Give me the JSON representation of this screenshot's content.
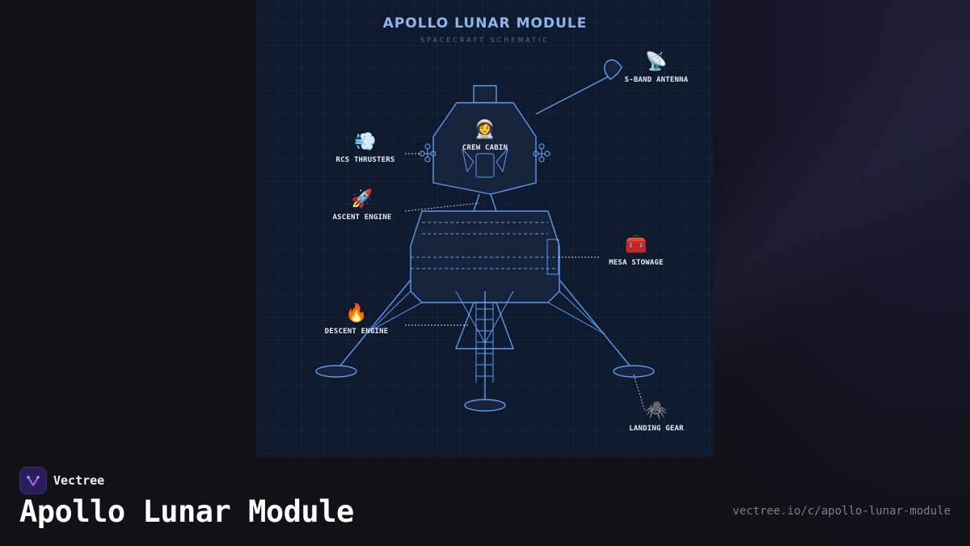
{
  "diagram": {
    "title": "APOLLO LUNAR MODULE",
    "subtitle": "SPACECRAFT SCHEMATIC",
    "components": {
      "s_band_antenna": {
        "label": "S-BAND ANTENNA",
        "icon": "📡"
      },
      "crew_cabin": {
        "label": "CREW CABIN",
        "icon": "👩‍🚀"
      },
      "rcs_thrusters": {
        "label": "RCS THRUSTERS",
        "icon": "💨"
      },
      "ascent_engine": {
        "label": "ASCENT ENGINE",
        "icon": "🚀"
      },
      "mesa_stowage": {
        "label": "MESA STOWAGE",
        "icon": "🧰"
      },
      "descent_engine": {
        "label": "DESCENT ENGINE",
        "icon": "🔥"
      },
      "landing_gear": {
        "label": "LANDING GEAR",
        "icon": "🕷️"
      }
    },
    "colors": {
      "stroke": "#5b9bef",
      "panel_bg": "#0f1a2e",
      "title": "#8fb4ee"
    }
  },
  "footer": {
    "brand_name": "Vectree",
    "page_title": "Apollo Lunar Module",
    "url": "vectree.io/c/apollo-lunar-module"
  }
}
